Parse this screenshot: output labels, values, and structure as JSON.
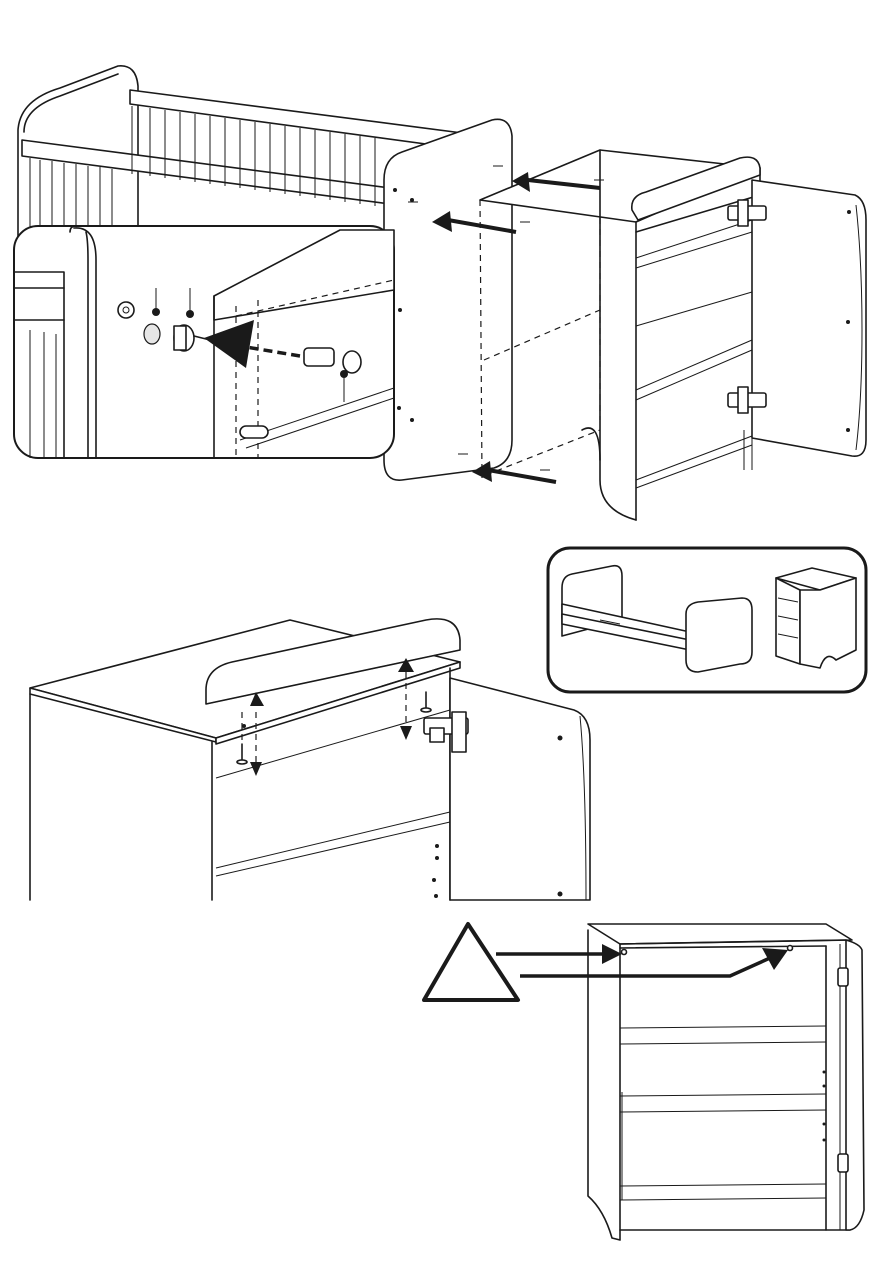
{
  "page": {
    "type": "assembly-instructions",
    "background": "#ffffff",
    "line_color": "#1a1a1a"
  },
  "steps": [
    {
      "id": "step-attach-side-panel",
      "icons": [
        "detail-magnifier",
        "dowel-cam-fitting",
        "insert-arrow"
      ]
    },
    {
      "id": "step-reference-products",
      "icons": [
        "cot-bed-thumbnail",
        "cabinet-thumbnail"
      ]
    },
    {
      "id": "step-attach-top-rail",
      "icons": [
        "screw",
        "hinge",
        "up-down-arrow"
      ]
    },
    {
      "id": "step-check-holes",
      "icons": [
        "warning-triangle",
        "pointer-arrow"
      ]
    }
  ]
}
